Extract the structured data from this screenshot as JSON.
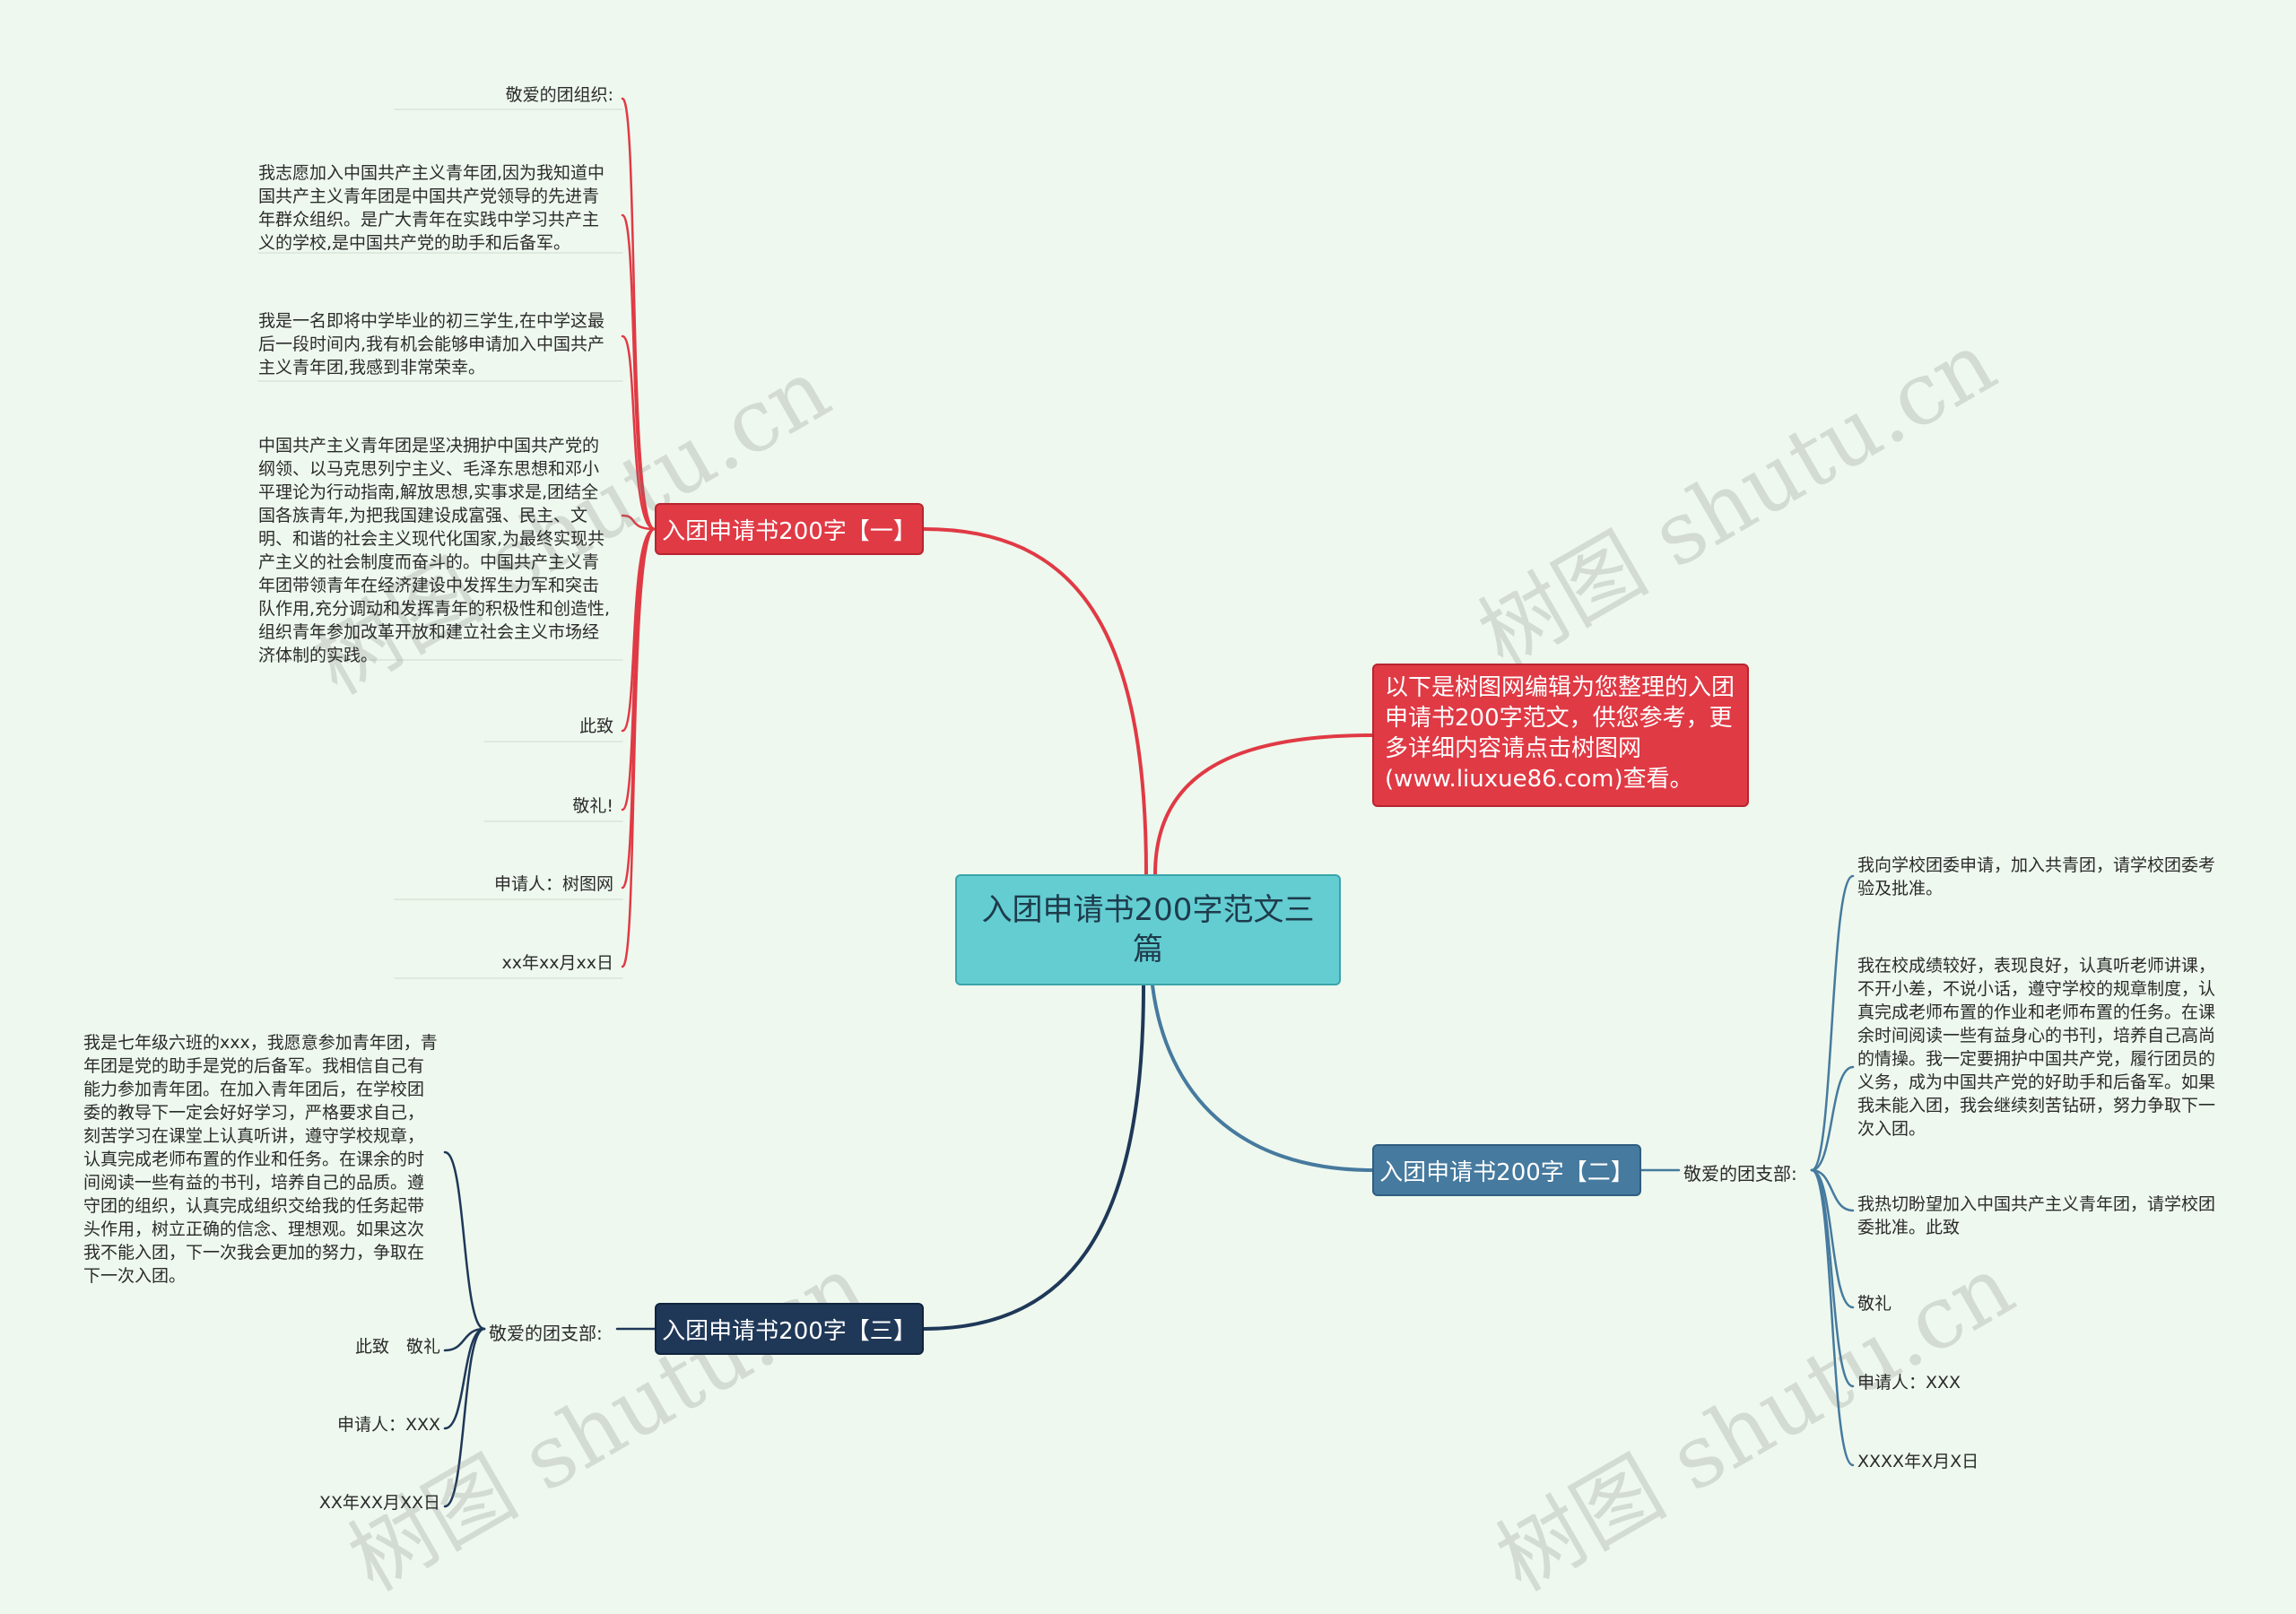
{
  "colors": {
    "background": "#eef8ee",
    "branch1": "#e03a45",
    "branch2": "#467a9e",
    "branch3": "#1f3858",
    "root": "#63cdd2"
  },
  "root": {
    "label": "入团申请书200字范文三篇"
  },
  "intro": {
    "text": "以下是树图网编辑为您整理的入团申请书200字范文，供您参考，更多详细内容请点击树图网(www.liuxue86.com)查看。"
  },
  "branch1": {
    "label": "入团申请书200字【一】",
    "leaves": [
      "敬爱的团组织:",
      "我志愿加入中国共产主义青年团,因为我知道中国共产主义青年团是中国共产党领导的先进青年群众组织。是广大青年在实践中学习共产主义的学校,是中国共产党的助手和后备军。",
      "我是一名即将中学毕业的初三学生,在中学这最后一段时间内,我有机会能够申请加入中国共产主义青年团,我感到非常荣幸。",
      "中国共产主义青年团是坚决拥护中国共产党的纲领、以马克思列宁主义、毛泽东思想和邓小平理论为行动指南,解放思想,实事求是,团结全国各族青年,为把我国建设成富强、民主、文明、和谐的社会主义现代化国家,为最终实现共产主义的社会制度而奋斗的。中国共产主义青年团带领青年在经济建设中发挥生力军和突击队作用,充分调动和发挥青年的积极性和创造性,组织青年参加改革开放和建立社会主义市场经济体制的实践。",
      "此致",
      "敬礼!",
      "申请人：树图网",
      "xx年xx月xx日"
    ]
  },
  "branch2": {
    "label": "入团申请书200字【二】",
    "sub_label": "敬爱的团支部:",
    "leaves": [
      "我向学校团委申请，加入共青团，请学校团委考验及批准。",
      "我在校成绩较好，表现良好，认真听老师讲课，不开小差，不说小话，遵守学校的规章制度，认真完成老师布置的作业和老师布置的任务。在课余时间阅读一些有益身心的书刊，培养自己高尚的情操。我一定要拥护中国共产党，履行团员的义务，成为中国共产党的好助手和后备军。如果我未能入团，我会继续刻苦钻研，努力争取下一次入团。",
      "我热切盼望加入中国共产主义青年团，请学校团委批准。此致",
      "敬礼",
      "申请人：XXX",
      "XXXX年X月X日"
    ]
  },
  "branch3": {
    "label": "入团申请书200字【三】",
    "sub_label": "敬爱的团支部:",
    "leaves": [
      "我是七年级六班的xxx，我愿意参加青年团，青年团是党的助手是党的后备军。我相信自己有能力参加青年团。在加入青年团后，在学校团委的教导下一定会好好学习，严格要求自己，刻苦学习在课堂上认真听讲，遵守学校规章，认真完成老师布置的作业和任务。在课余的时间阅读一些有益的书刊，培养自己的品质。遵守团的组织，认真完成组织交给我的任务起带头作用，树立正确的信念、理想观。如果这次我不能入团，下一次我会更加的努力，争取在下一次入团。",
      "此致　敬礼",
      "申请人：XXX",
      "XX年XX月XX日"
    ]
  },
  "watermarks": [
    "树图 shutu.cn",
    "树图 shutu.cn",
    "树图 shutu.cn",
    "树图 shutu.cn"
  ]
}
